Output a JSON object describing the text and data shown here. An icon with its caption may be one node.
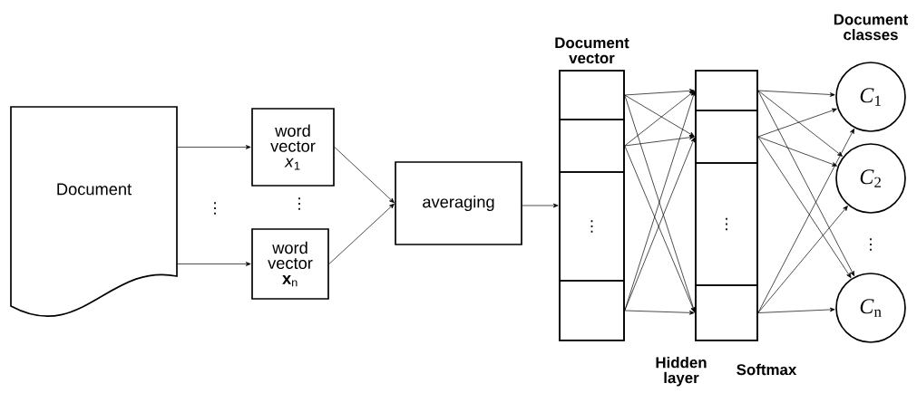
{
  "diagram": {
    "nodes": [
      {
        "text": [
          "Document"
        ]
      },
      {
        "text": [
          "word vector *x*$_{1}$"
        ]
      },
      {
        "text": [
          "word vector **x**$_{n}$"
        ]
      },
      {
        "text": [
          "averaging"
        ]
      },
      {
        "text": [
          "Document vector"
        ]
      },
      {
        "text": [],
        "shape": "box",
        "in": 4
      },
      {
        "text": [],
        "shape": "box",
        "in": 4
      },
      {
        "text": [
          "⋮"
        ],
        "in": 4
      },
      {
        "text": [],
        "shape": "box",
        "in": 4
      },
      {
        "text": [
          "Hidden layer"
        ]
      },
      {
        "text": [],
        "shape": "box",
        "in": 9
      },
      {
        "text": [],
        "shape": "box",
        "in": 9
      },
      {
        "text": [
          "⋮"
        ],
        "in": 9
      },
      {
        "text": [],
        "shape": "box",
        "in": 9
      },
      {
        "text": [
          "*C*$_{1}$"
        ]
      },
      {
        "text": [
          "*C*$_{2}$"
        ]
      },
      {
        "text": [
          "*C*$_{n}$"
        ]
      }
    ],
    "edges": [
      {
        "from": 0,
        "to": 1,
        "arrow": "to"
      },
      {
        "from": 0,
        "to": 2,
        "arrow": "to"
      },
      {
        "from": 1,
        "to": 3,
        "arrow": "to"
      },
      {
        "from": 2,
        "to": 3,
        "arrow": "to"
      },
      {
        "from": 3,
        "to": 4,
        "arrow": "to"
      },
      {
        "from": 5,
        "to": 10,
        "arrow": "to"
      },
      {
        "from": 5,
        "to": 11,
        "arrow": "to"
      },
      {
        "from": 5,
        "to": 13,
        "arrow": "to"
      },
      {
        "from": 6,
        "to": 10,
        "arrow": "to"
      },
      {
        "from": 6,
        "to": 11,
        "arrow": "to"
      },
      {
        "from": 6,
        "to": 13,
        "arrow": "to"
      },
      {
        "from": 8,
        "to": 10,
        "arrow": "to"
      },
      {
        "from": 8,
        "to": 11,
        "arrow": "to"
      },
      {
        "from": 8,
        "to": 13,
        "arrow": "to"
      },
      {
        "from": 10,
        "to": 14,
        "arrow": "to"
      },
      {
        "from": 10,
        "to": 15,
        "arrow": "to"
      },
      {
        "from": 10,
        "to": 16,
        "arrow": "to"
      },
      {
        "from": 11,
        "to": 14,
        "arrow": "to"
      },
      {
        "from": 11,
        "to": 15,
        "arrow": "to"
      },
      {
        "from": 11,
        "to": 16,
        "arrow": "to"
      },
      {
        "from": 13,
        "to": 14,
        "arrow": "to"
      },
      {
        "from": 13,
        "to": 15,
        "arrow": "to"
      },
      {
        "from": 13,
        "to": 16,
        "arrow": "to"
      }
    ],
    "labels": [
      "Document classes",
      "⋮",
      "⋮",
      "⋮",
      "Softmax"
    ]
  }
}
